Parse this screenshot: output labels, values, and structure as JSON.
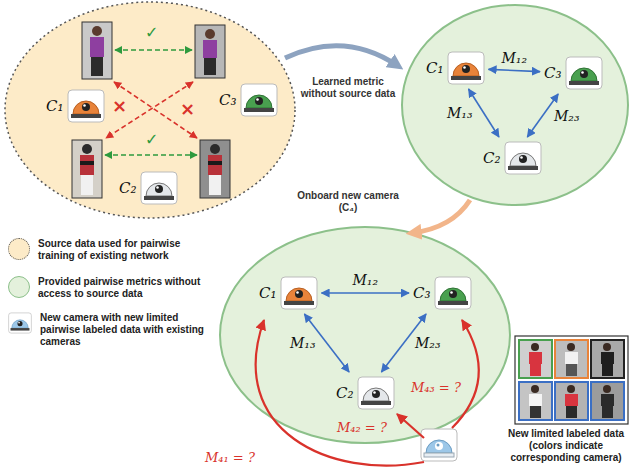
{
  "diagram": {
    "nodes": [
      {
        "text": [
          "C₁"
        ]
      },
      {
        "text": [
          "C₃"
        ]
      },
      {
        "text": [
          "C₂"
        ]
      },
      {
        "text": [
          "C₁"
        ]
      },
      {
        "text": [
          "C₃"
        ]
      },
      {
        "text": [
          "C₂"
        ]
      },
      {
        "text": [
          "C₁"
        ]
      },
      {
        "text": [
          "C₃"
        ]
      },
      {
        "text": [
          "C₂"
        ]
      }
    ],
    "edges": [
      {
        "from": 3,
        "to": 4,
        "label": "M₁₂",
        "arrow": "both"
      },
      {
        "from": 3,
        "to": 5,
        "label": "M₁₃",
        "arrow": "both"
      },
      {
        "from": 4,
        "to": 5,
        "label": "M₂₃",
        "arrow": "both"
      },
      {
        "from": 6,
        "to": 7,
        "label": "M₁₂",
        "arrow": "both"
      },
      {
        "from": 6,
        "to": 8,
        "label": "M₁₃",
        "arrow": "both"
      },
      {
        "from": 7,
        "to": 8,
        "label": "M₂₃",
        "arrow": "both"
      }
    ],
    "labels": [
      "✓",
      "✓",
      "×",
      "×",
      "Learned metric without source data",
      "Onboard new camera (C₄)",
      "M₄₃ = ?",
      "M₄₂ = ?",
      "M₄₁ = ?",
      "New limited labeled data (colors indicate corresponding camera)"
    ],
    "legend": [
      {
        "text": "Source data used for pairwise training of existing network",
        "color": "#fdebc8"
      },
      {
        "text": "Provided pairwise metrics without access to source data",
        "color": "#e4f1dc"
      },
      {
        "text": "New camera with new limited pairwise labeled data with existing cameras"
      }
    ]
  }
}
